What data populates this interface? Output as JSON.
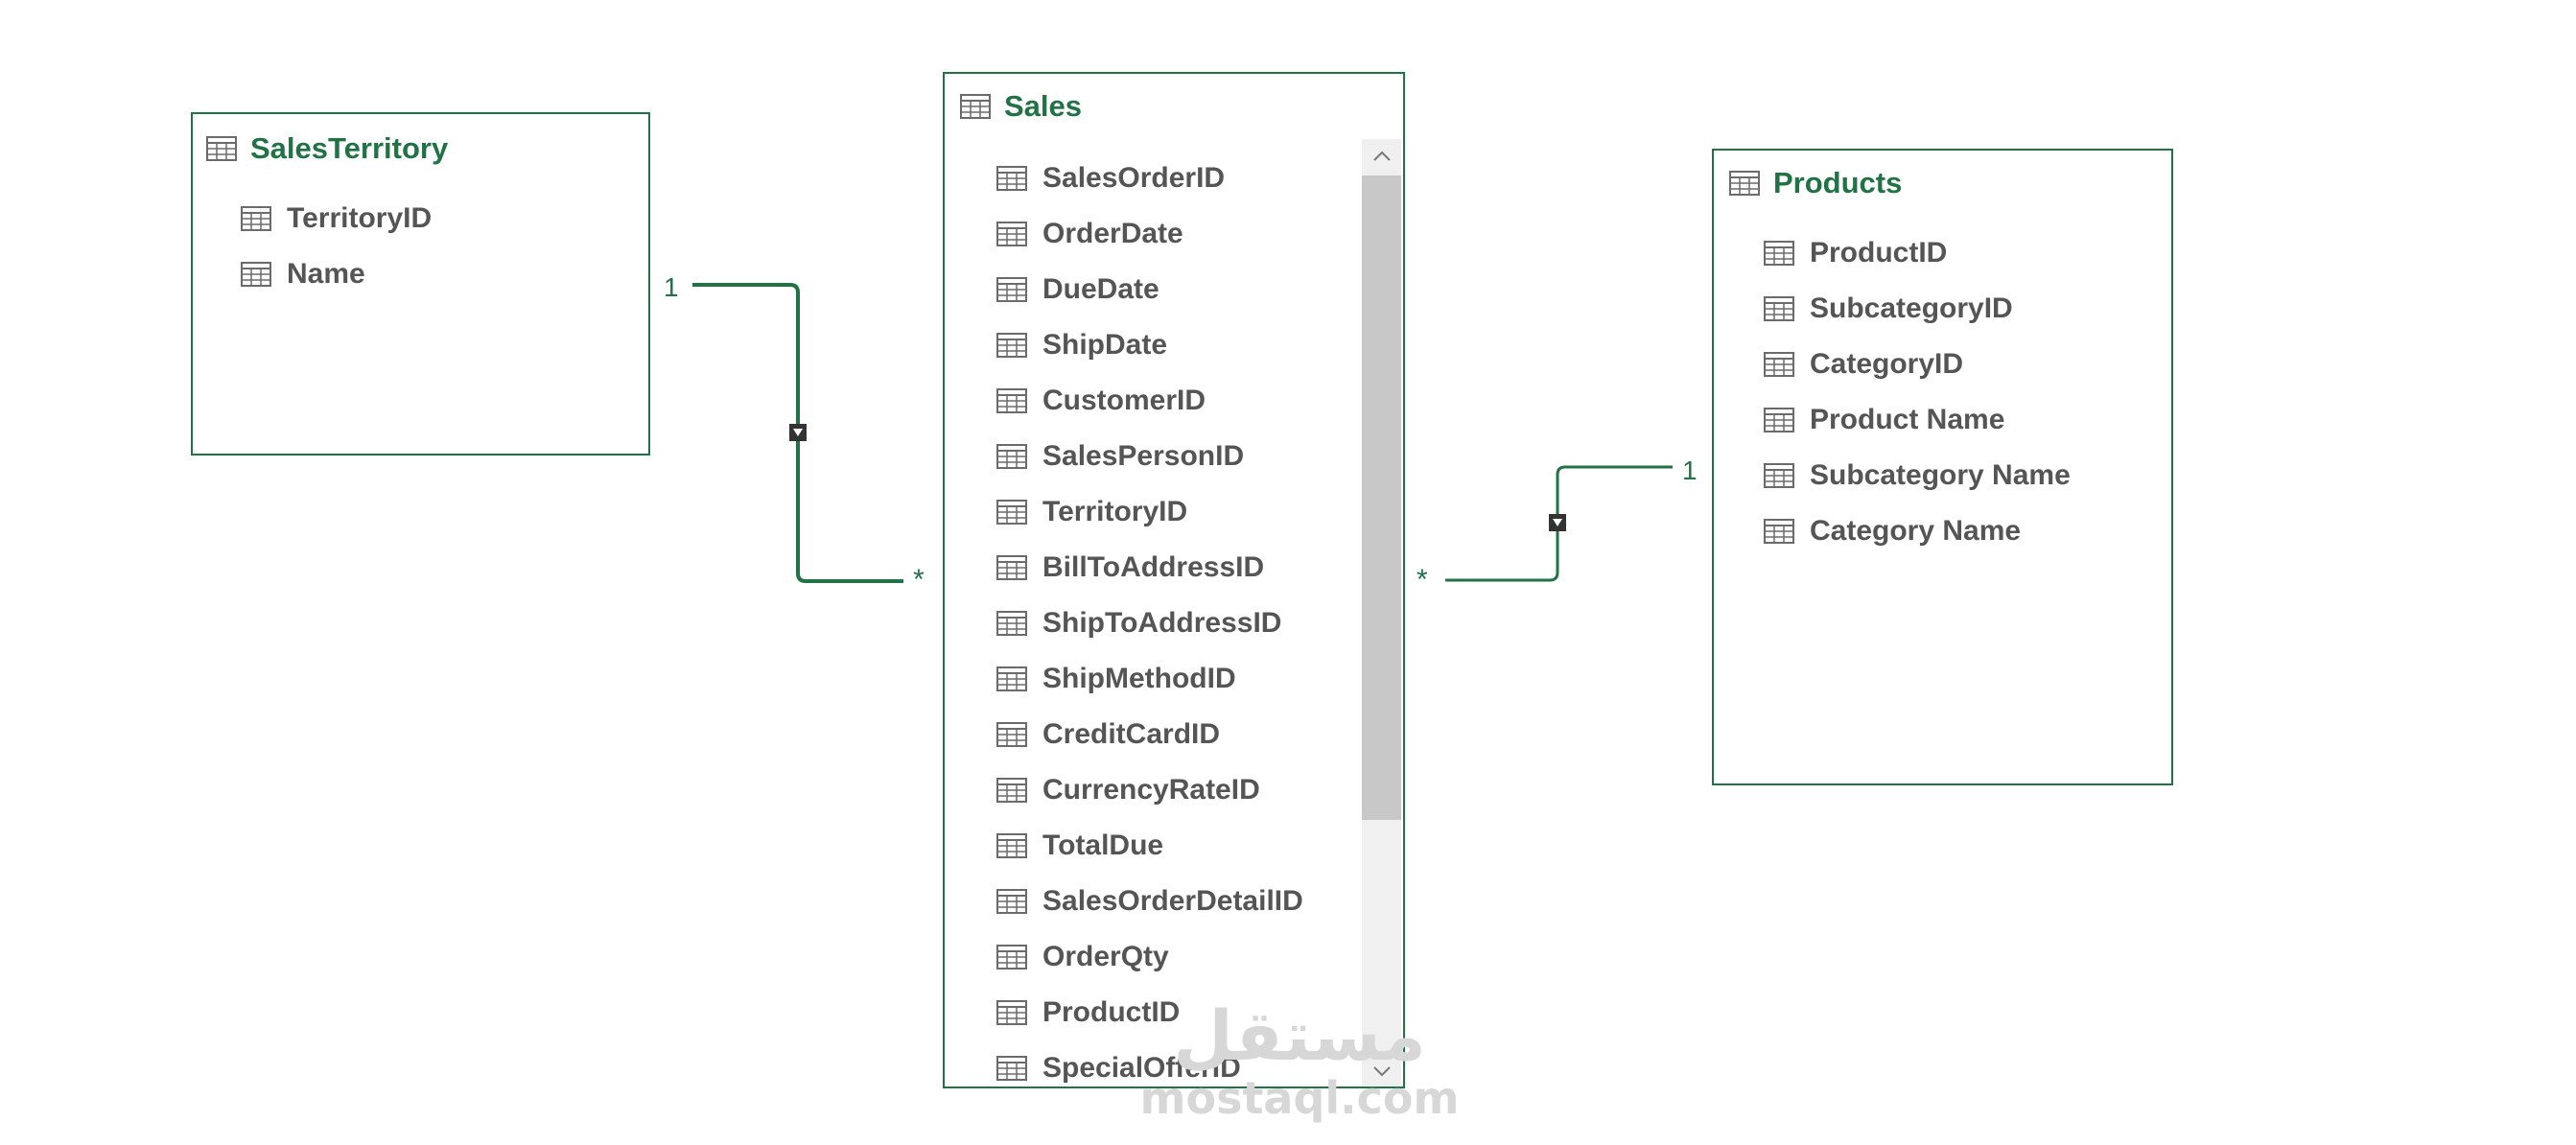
{
  "tables": {
    "salesterritory": {
      "title": "SalesTerritory",
      "fields": [
        "TerritoryID",
        "Name"
      ]
    },
    "sales": {
      "title": "Sales",
      "fields": [
        "SalesOrderID",
        "OrderDate",
        "DueDate",
        "ShipDate",
        "CustomerID",
        "SalesPersonID",
        "TerritoryID",
        "BillToAddressID",
        "ShipToAddressID",
        "ShipMethodID",
        "CreditCardID",
        "CurrencyRateID",
        "TotalDue",
        "SalesOrderDetailID",
        "OrderQty",
        "ProductID",
        "SpecialOfferID"
      ]
    },
    "products": {
      "title": "Products",
      "fields": [
        "ProductID",
        "SubcategoryID",
        "CategoryID",
        "Product Name",
        "Subcategory Name",
        "Category Name"
      ]
    }
  },
  "relationships": [
    {
      "from": "SalesTerritory",
      "to": "Sales",
      "from_card": "1",
      "to_card": "*"
    },
    {
      "from": "Products",
      "to": "Sales",
      "from_card": "1",
      "to_card": "*"
    }
  ],
  "watermark": {
    "arabic": "مستقل",
    "latin": "mostaql.com"
  },
  "colors": {
    "accent": "#217346",
    "field_text": "#555555",
    "icon": "#6b6b6b",
    "scroll_thumb": "#c8c8c8"
  },
  "icons": {
    "table": "table-grid-icon",
    "filter": "filter-direction-icon"
  }
}
